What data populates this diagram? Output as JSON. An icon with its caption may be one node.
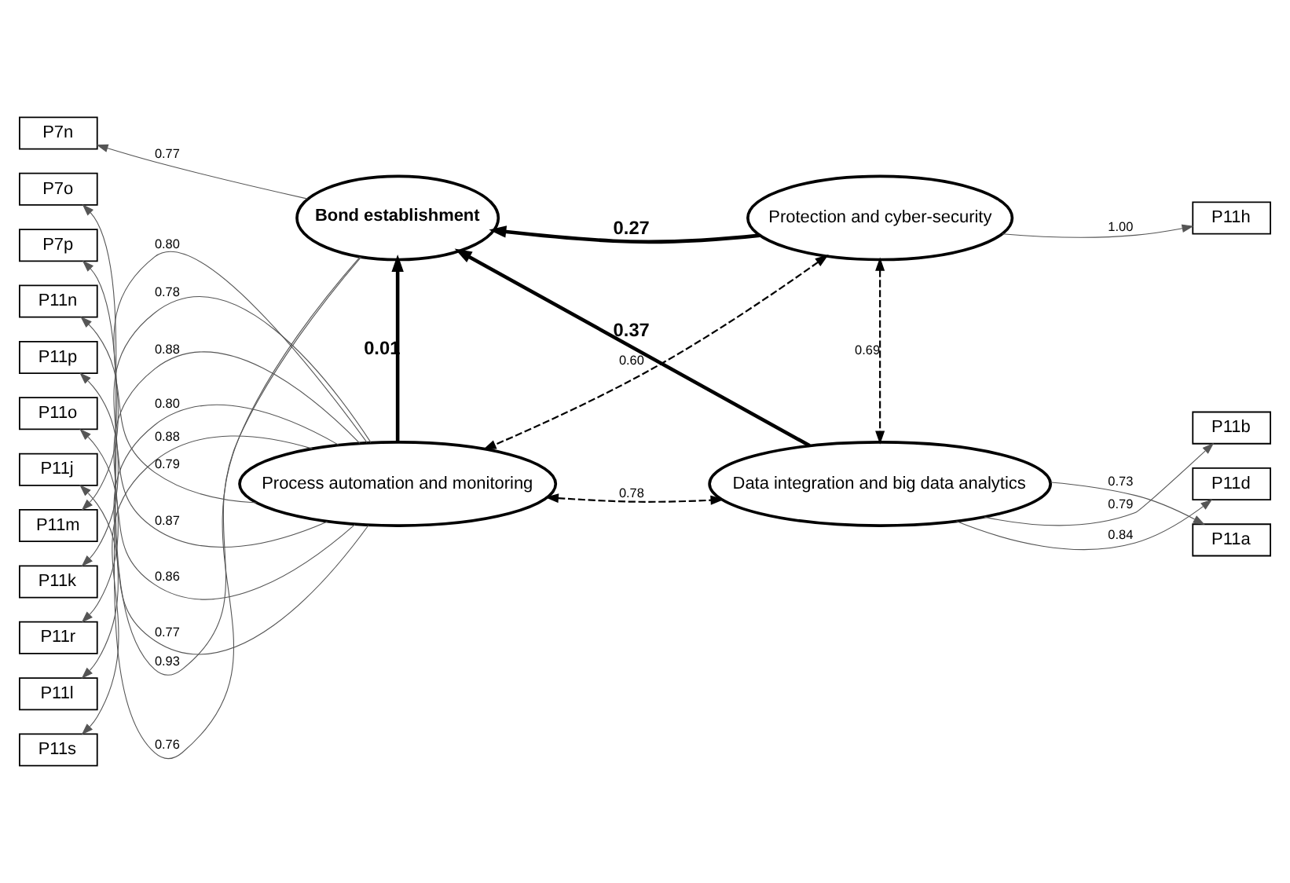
{
  "diagram": {
    "nodes": [
      {
        "text": [
          "P7n"
        ]
      },
      {
        "text": [
          "P7o"
        ]
      },
      {
        "text": [
          "P7p"
        ]
      },
      {
        "text": [
          "Bond establishment"
        ]
      },
      {
        "text": [
          "Protection and cyber-security"
        ]
      },
      {
        "text": [
          "P11h"
        ]
      },
      {
        "text": [
          "P11m"
        ]
      },
      {
        "text": [
          "P11k"
        ]
      },
      {
        "text": [
          "P11r"
        ]
      },
      {
        "text": [
          "P11l"
        ]
      },
      {
        "text": [
          "P11s"
        ]
      },
      {
        "text": [
          "P11n"
        ]
      },
      {
        "text": [
          "P11p"
        ]
      },
      {
        "text": [
          "P11o"
        ]
      },
      {
        "text": [
          "P11j"
        ]
      },
      {
        "text": [
          "Process automation and monitoring"
        ]
      },
      {
        "text": [
          "Data integration and big data analytics"
        ]
      },
      {
        "text": [
          "P11a"
        ]
      },
      {
        "text": [
          "P11b"
        ]
      },
      {
        "text": [
          "P11d"
        ]
      }
    ],
    "edges": [
      {
        "from": 3,
        "to": 0,
        "arrow": "to",
        "label": "0.77"
      },
      {
        "from": 3,
        "to": 1,
        "arrow": "to",
        "label": "0.93"
      },
      {
        "from": 3,
        "to": 2,
        "arrow": "to",
        "label": "0.76"
      },
      {
        "from": 4,
        "to": 3,
        "arrow": "to",
        "label": "0.27",
        "style": "thick"
      },
      {
        "from": 4,
        "to": 5,
        "arrow": "to",
        "label": "1.00"
      },
      {
        "from": 15,
        "to": 3,
        "arrow": "to",
        "label": "0.01",
        "style": "thick"
      },
      {
        "from": 16,
        "to": 3,
        "arrow": "to",
        "label": "0.37",
        "style": "thick"
      },
      {
        "from": 4,
        "to": 15,
        "arrow": "both",
        "label": "0.60",
        "style": "dashed"
      },
      {
        "from": 4,
        "to": 16,
        "arrow": "both",
        "label": "0.69",
        "style": "dashed"
      },
      {
        "from": 15,
        "to": 6,
        "arrow": "to",
        "label": "0.80"
      },
      {
        "from": 15,
        "to": 7,
        "arrow": "to",
        "label": "0.78"
      },
      {
        "from": 15,
        "to": 8,
        "arrow": "to",
        "label": "0.88"
      },
      {
        "from": 15,
        "to": 9,
        "arrow": "to",
        "label": "0.80"
      },
      {
        "from": 15,
        "to": 10,
        "arrow": "to",
        "label": "0.88"
      },
      {
        "from": 15,
        "to": 11,
        "arrow": "to",
        "label": "0.79"
      },
      {
        "from": 15,
        "to": 12,
        "arrow": "to",
        "label": "0.87"
      },
      {
        "from": 15,
        "to": 13,
        "arrow": "to",
        "label": "0.86"
      },
      {
        "from": 15,
        "to": 14,
        "arrow": "to",
        "label": "0.77"
      },
      {
        "from": 15,
        "to": 16,
        "arrow": "both",
        "label": "0.78",
        "style": "dashed"
      },
      {
        "from": 16,
        "to": 17,
        "arrow": "to",
        "label": "0.73"
      },
      {
        "from": 16,
        "to": 18,
        "arrow": "to",
        "label": "0.79"
      },
      {
        "from": 16,
        "to": 19,
        "arrow": "to",
        "label": "0.84"
      }
    ]
  }
}
